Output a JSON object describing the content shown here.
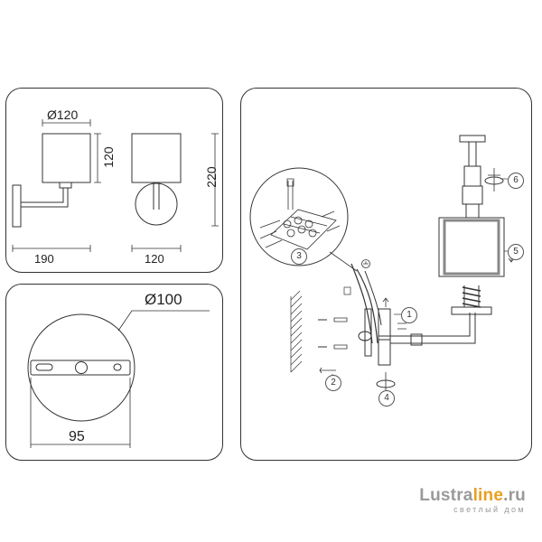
{
  "panels": {
    "top_left": {
      "dim_diameter": "Ø120",
      "dim_shade_height": "120",
      "dim_depth": "190",
      "dim_width": "120",
      "dim_total_height": "220"
    },
    "bottom_left": {
      "dim_diameter": "Ø100",
      "dim_hole_spacing": "95"
    },
    "right": {
      "steps": [
        "1",
        "2",
        "3",
        "4",
        "5",
        "6"
      ]
    }
  },
  "watermark": {
    "main_a": "Lustra",
    "main_b": "line",
    "main_c": ".ru",
    "sub": "светлый дом",
    "color_a": "#9a9a9a",
    "color_b": "#e8a020"
  }
}
